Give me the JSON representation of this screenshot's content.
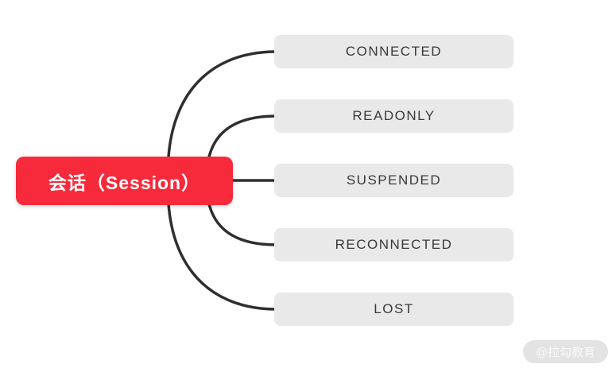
{
  "canvas": {
    "bg": "#FFFFFF"
  },
  "root_node": {
    "label": "会话（Session）",
    "bg": "#F72A3C",
    "text": "#FFFFFF"
  },
  "child_nodes": [
    {
      "label": "CONNECTED"
    },
    {
      "label": "READONLY"
    },
    {
      "label": "SUSPENDED"
    },
    {
      "label": "RECONNECTED"
    },
    {
      "label": "LOST"
    }
  ],
  "child_style": {
    "bg": "#E9E9E9",
    "text": "#3A3A3A"
  },
  "connector": {
    "color": "#2F2F2F"
  },
  "watermark": {
    "label": "@拉勾教育",
    "bg": "#E3E3E3",
    "text": "#F8F8F8"
  }
}
